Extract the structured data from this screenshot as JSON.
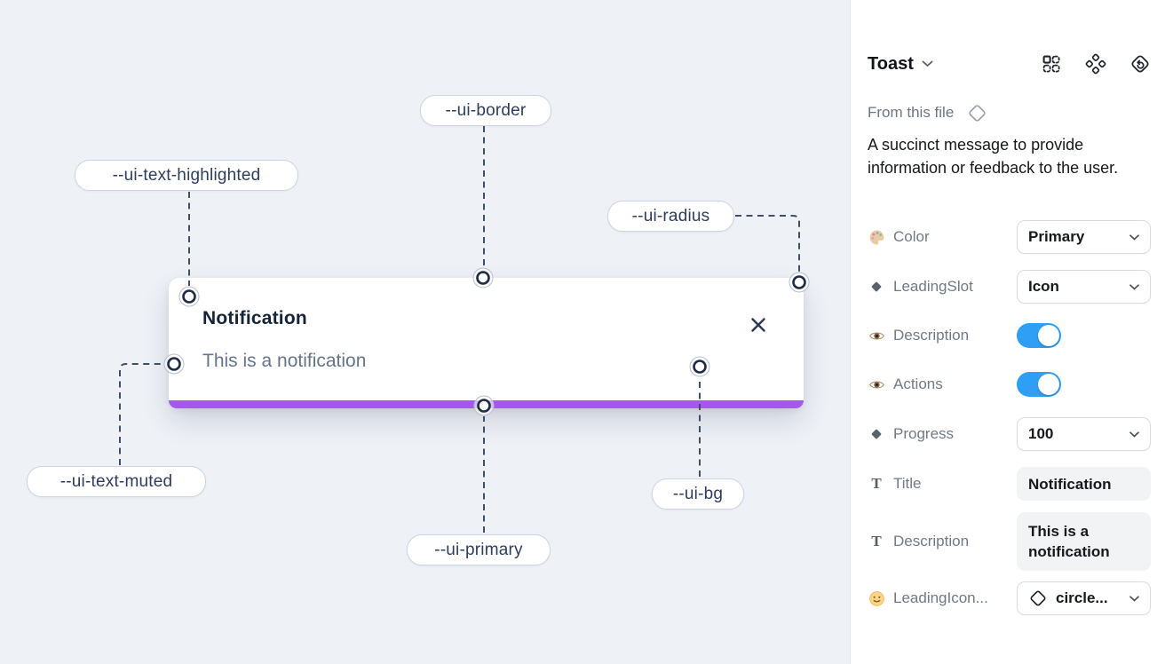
{
  "colors": {
    "primary_purple": "#a358f0",
    "toggle_on_blue": "#2f9ff5"
  },
  "canvas": {
    "toast": {
      "title": "Notification",
      "description": "This is a notification"
    },
    "annotations": [
      {
        "label": "--ui-border"
      },
      {
        "label": "--ui-text-highlighted"
      },
      {
        "label": "--ui-radius"
      },
      {
        "label": "--ui-text-muted"
      },
      {
        "label": "--ui-primary"
      },
      {
        "label": "--ui-bg"
      }
    ]
  },
  "panel": {
    "title": "Toast",
    "source_label": "From this file",
    "description": "A succinct message to provide information or feedback to the user.",
    "glyphs": {
      "text_type": "T"
    },
    "properties": [
      {
        "label": "Color",
        "value": "Primary"
      },
      {
        "label": "LeadingSlot",
        "value": "Icon"
      },
      {
        "label": "Description",
        "value": "on"
      },
      {
        "label": "Actions",
        "value": "on"
      },
      {
        "label": "Progress",
        "value": "100"
      },
      {
        "label": "Title",
        "value": "Notification"
      },
      {
        "label": "Description",
        "value": "This is a notification"
      },
      {
        "label": "LeadingIcon...",
        "value": "circle..."
      }
    ]
  }
}
